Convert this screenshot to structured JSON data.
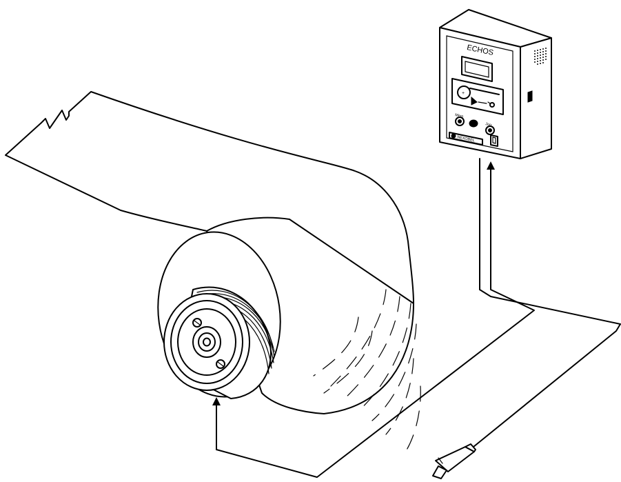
{
  "device": {
    "brand_title": "ECHOS",
    "button_left_label": "Mem",
    "button_right_label": "Jog",
    "logo_text": "NEXOBEL"
  },
  "colors": {
    "line": "#000000",
    "background": "#ffffff"
  }
}
